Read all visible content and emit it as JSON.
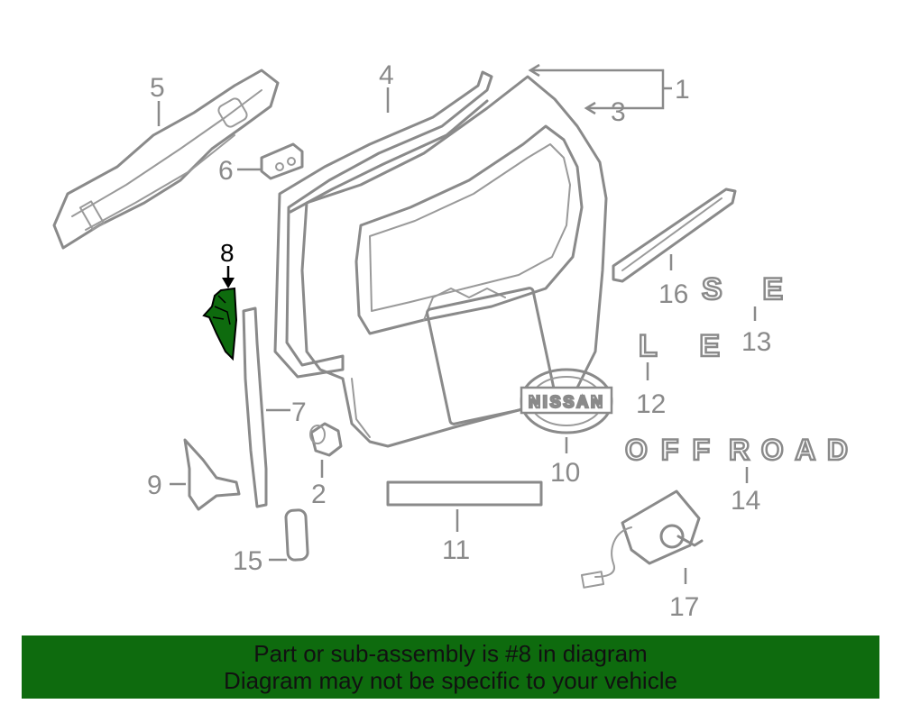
{
  "labels": {
    "l1": "1",
    "l2": "2",
    "l3": "3",
    "l4": "4",
    "l5": "5",
    "l6": "6",
    "l7": "7",
    "l8": "8",
    "l9": "9",
    "l10": "10",
    "l11": "11",
    "l12": "12",
    "l13": "13",
    "l14": "14",
    "l15": "15",
    "l16": "16",
    "l17": "17"
  },
  "emblems": {
    "se": "SE",
    "le": "LE",
    "nissan": "NISSAN",
    "off": "OFF",
    "road": "ROAD"
  },
  "highlight_color": "#0e6b0e",
  "banner": {
    "line1": "Part or sub-assembly is #8 in diagram",
    "line2": "Diagram may not be specific to your vehicle"
  }
}
